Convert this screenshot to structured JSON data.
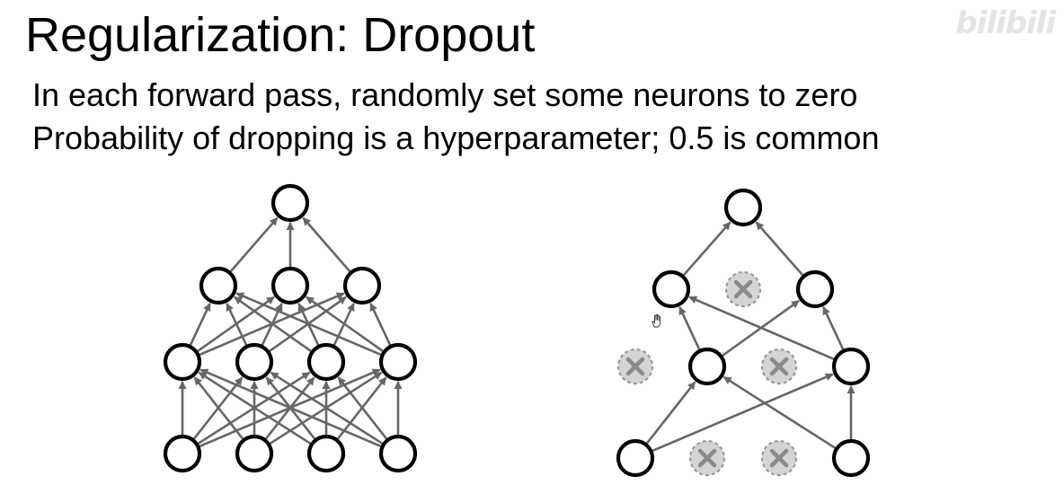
{
  "slide": {
    "title": "Regularization: Dropout",
    "bullets": [
      "In each forward pass, randomly set some neurons to zero",
      "Probability of dropping is a hyperparameter; 0.5 is common"
    ],
    "watermark": "bilibili"
  },
  "diagram": {
    "colors": {
      "node_stroke": "#000000",
      "edge": "#666666",
      "dropped_fill": "#d4d4d4",
      "dropped_stroke": "#9a9a9a",
      "dropped_x": "#8a8a8a"
    },
    "full_network": {
      "layers": [
        {
          "name": "input",
          "count": 4,
          "dropped": []
        },
        {
          "name": "hidden1",
          "count": 4,
          "dropped": []
        },
        {
          "name": "hidden2",
          "count": 3,
          "dropped": []
        },
        {
          "name": "output",
          "count": 1,
          "dropped": []
        }
      ],
      "connectivity": "fully-connected"
    },
    "dropout_network": {
      "layers": [
        {
          "name": "input",
          "count": 4,
          "dropped": [
            1,
            2
          ]
        },
        {
          "name": "hidden1",
          "count": 4,
          "dropped": [
            0,
            2
          ]
        },
        {
          "name": "hidden2",
          "count": 3,
          "dropped": [
            1
          ]
        },
        {
          "name": "output",
          "count": 1,
          "dropped": []
        }
      ],
      "connectivity": "active-nodes-only"
    },
    "cursor_icon": "hand-cursor-icon"
  }
}
